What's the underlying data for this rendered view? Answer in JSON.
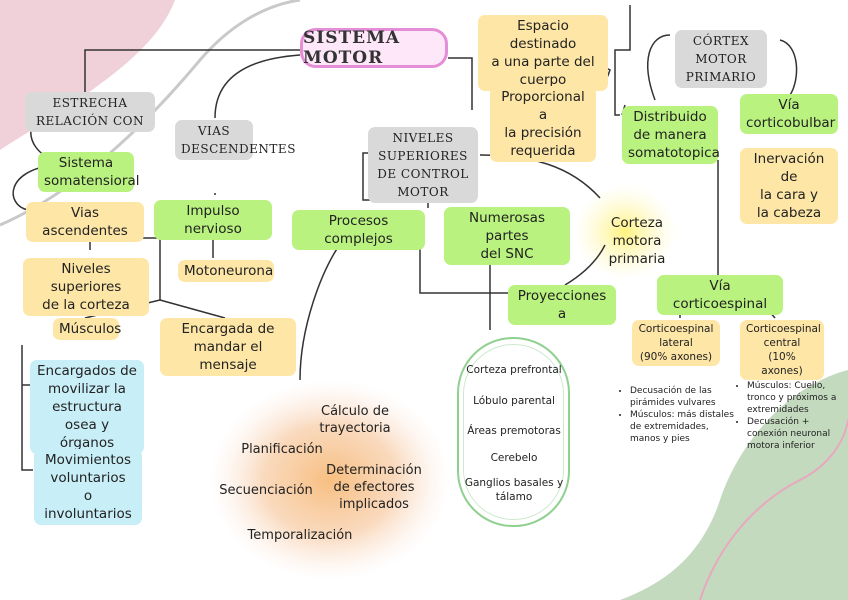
{
  "title": "SISTEMA MOTOR",
  "left_branch": {
    "estrecha": "ESTRECHA RELACIÓN CON",
    "sistema": "Sistema\nsomatensioral",
    "vias_asc": "Vias ascendentes",
    "vias_desc": "VIAS\nDESCENDENTES",
    "impulso": "Impulso nervioso",
    "niveles_corteza": "Niveles superiores\nde la corteza",
    "motoneurona": "Motoneurona",
    "musculos": "Músculos",
    "encargada": "Encargada de\nmandar el mensaje",
    "encargados": "Encargados de\nmovilizar la\nestructura osea y\nórganos",
    "movimientos": "Movimientos\nvoluntarios\no involuntarios"
  },
  "center_branch": {
    "niveles_control": "NIVELES SUPERIORES\nDE CONTROL MOTOR",
    "procesos": "Procesos complejos",
    "numerosas": "Numerosas partes\ndel SNC",
    "proyecciones": "Proyecciones a",
    "corteza_motora": "Corteza motora\nprimaria",
    "cloud_items": {
      "calculo": "Cálculo de\ntrayectoria",
      "planificacion": "Planificación",
      "determinacion": "Determinación\nde efectores\nimplicados",
      "secuenciacion": "Secuenciación",
      "temporalizacion": "Temporalización"
    },
    "oval_items": [
      "Corteza prefrontal",
      "Lóbulo parental",
      "Áreas premotoras",
      "Cerebelo",
      "Ganglios basales y\ntálamo"
    ]
  },
  "right_branch": {
    "espacio": "Espacio destinado\na una parte del\ncuerpo",
    "proporcional": "Proporcional a\nla precisión\nrequerida",
    "cortex": "CÓRTEX MOTOR\nPRIMARIO",
    "distribuido": "Distribuido\nde manera\nsomatotopica",
    "via_cortico": "Vía\ncorticobulbar",
    "inervacion": "Inervación de\nla cara y\nla cabeza",
    "via_corticoespinal": "Vía corticoespinal",
    "lateral": "Corticoespinal\nlateral\n(90% axones)",
    "central": "Corticoespinal\ncentral\n(10% axones)",
    "lateral_notes": [
      "Decusación de las pirámides vulvares",
      "Músculos: más distales de extremidades, manos y pies"
    ],
    "central_notes": [
      "Músculos: Cuello, tronco y próximos a extremidades",
      "Decusación + conexión neuronal motora inferior"
    ]
  },
  "colors": {
    "yellow": "#fde6a6",
    "green": "#b9f27e",
    "gray": "#d9d9d9",
    "blue": "#c8eef7",
    "pink_border": "#e58ed8"
  }
}
